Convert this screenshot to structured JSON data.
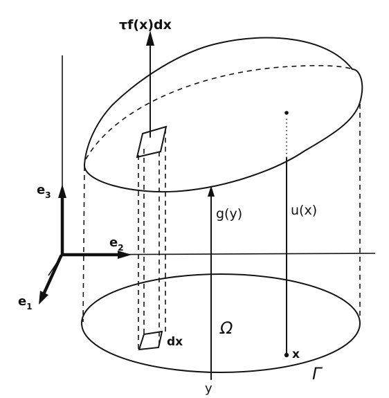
{
  "labels": {
    "top_load": "τf(x)dx",
    "basis_e1": "e",
    "basis_e1_sub": "1",
    "basis_e2": "e",
    "basis_e2_sub": "2",
    "basis_e3": "e",
    "basis_e3_sub": "3",
    "g_y": "g(y)",
    "u_x": "u(x)",
    "dx": "dx",
    "omega": "Ω",
    "point_x": "x",
    "point_y": "y",
    "gamma": "Γ"
  },
  "colors": {
    "ink": "#141414",
    "background": "#ffffff"
  }
}
